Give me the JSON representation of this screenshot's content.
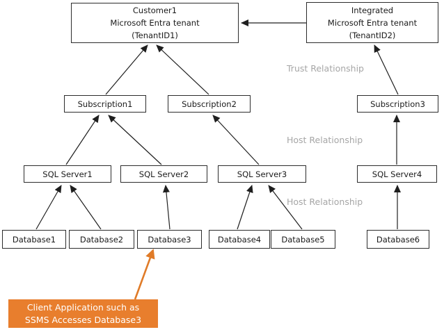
{
  "nodes": {
    "tenant_customer": {
      "line1": "Customer1",
      "line2": "Microsoft Entra tenant",
      "line3": "(TenantID1)"
    },
    "tenant_integrated": {
      "line1": "Integrated",
      "line2": "Microsoft Entra tenant",
      "line3": "(TenantID2)"
    },
    "subscription1": "Subscription1",
    "subscription2": "Subscription2",
    "subscription3": "Subscription3",
    "sql_server1": "SQL Server1",
    "sql_server2": "SQL Server2",
    "sql_server3": "SQL Server3",
    "sql_server4": "SQL Server4",
    "database1": "Database1",
    "database2": "Database2",
    "database3": "Database3",
    "database4": "Database4",
    "database5": "Database5",
    "database6": "Database6"
  },
  "labels": {
    "trust_relationship": "Trust Relationship",
    "host_relationship_upper": "Host Relationship",
    "host_relationship_lower": "Host Relationship"
  },
  "callout": {
    "line1": "Client Application such as",
    "line2": "SSMS Accesses Database3"
  },
  "colors": {
    "node_border": "#2b2b2b",
    "arrow_black": "#1f1f1f",
    "arrow_orange": "#e07b28",
    "callout_bg": "#e87e2d",
    "callout_text": "#ffffff",
    "relationship_label_gray": "#a6a6a6"
  }
}
